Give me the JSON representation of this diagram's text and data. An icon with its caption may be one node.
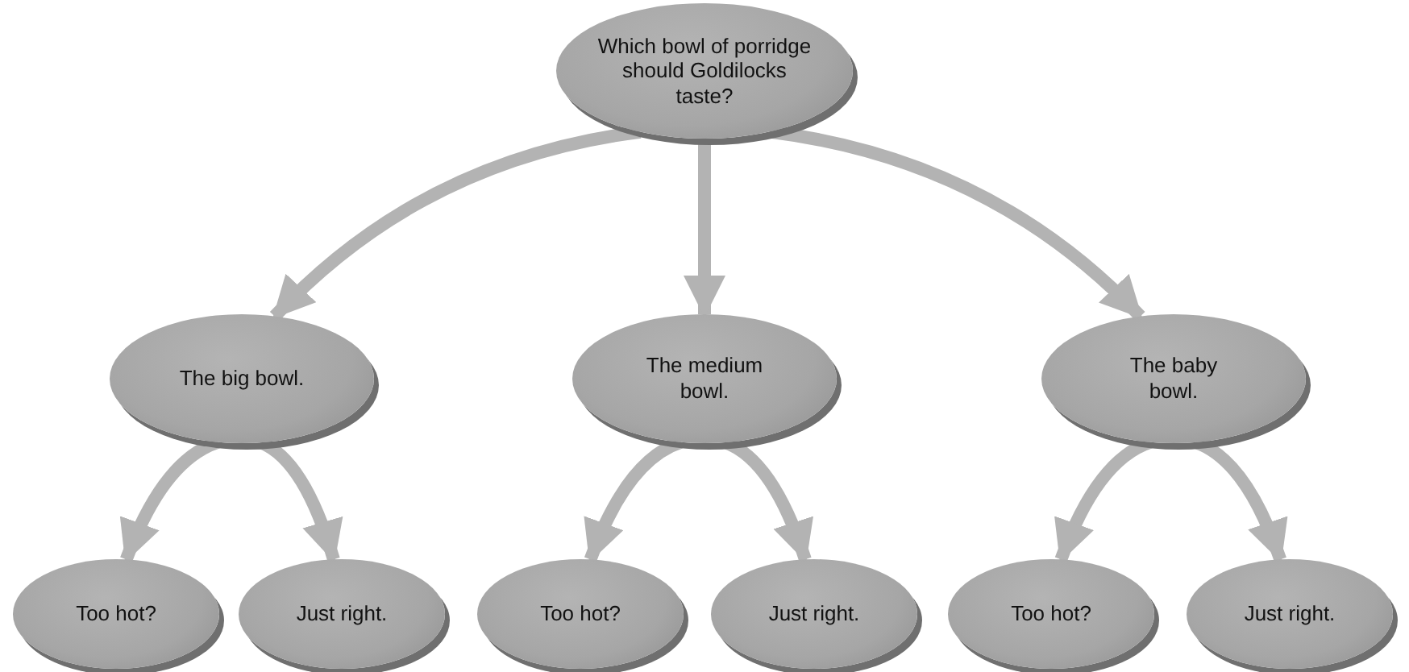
{
  "diagram": {
    "nodes": [
      {
        "text": [
          "Which bowl of porridge should Goldilocks taste?"
        ]
      },
      {
        "text": [
          "The big bowl."
        ]
      },
      {
        "text": [
          "The medium bowl."
        ]
      },
      {
        "text": [
          "The baby bowl."
        ]
      },
      {
        "text": [
          "Too hot?"
        ]
      },
      {
        "text": [
          "Just right."
        ]
      },
      {
        "text": [
          "Too hot?"
        ]
      },
      {
        "text": [
          "Just right."
        ]
      },
      {
        "text": [
          "Too hot?"
        ]
      },
      {
        "text": [
          "Just right."
        ]
      }
    ],
    "edges": [
      {
        "from": 0,
        "to": 1,
        "arrow": "to"
      },
      {
        "from": 0,
        "to": 2,
        "arrow": "to"
      },
      {
        "from": 0,
        "to": 3,
        "arrow": "to"
      },
      {
        "from": 1,
        "to": 4,
        "arrow": "to"
      },
      {
        "from": 1,
        "to": 5,
        "arrow": "to"
      },
      {
        "from": 2,
        "to": 6,
        "arrow": "to"
      },
      {
        "from": 2,
        "to": 7,
        "arrow": "to"
      },
      {
        "from": 3,
        "to": 8,
        "arrow": "to"
      },
      {
        "from": 3,
        "to": 9,
        "arrow": "to"
      }
    ]
  }
}
